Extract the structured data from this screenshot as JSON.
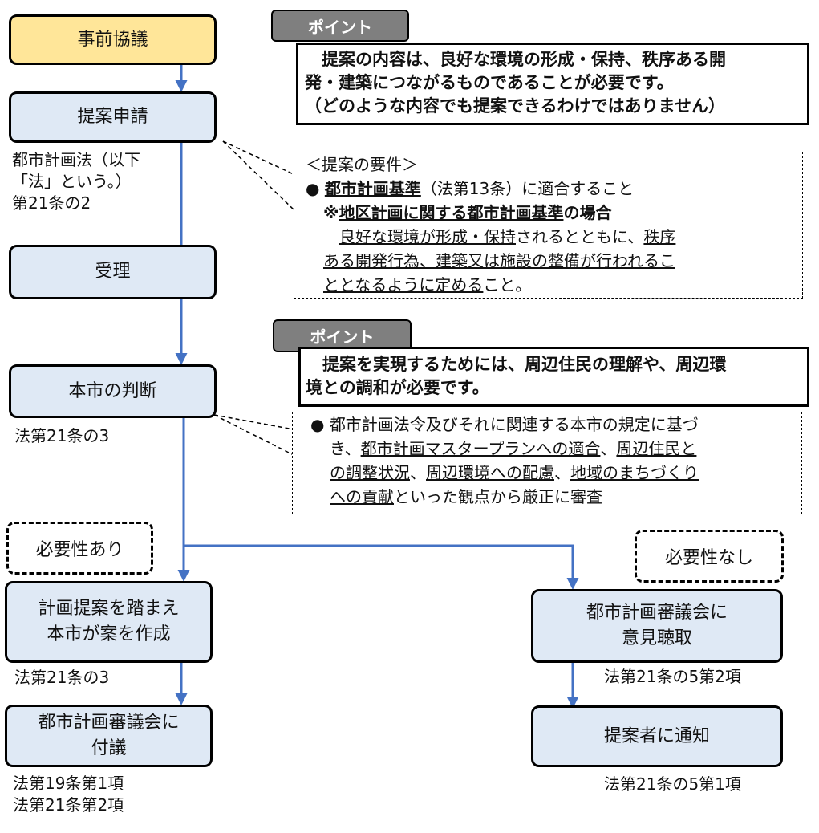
{
  "flow": {
    "pre_consultation": "事前協議",
    "proposal_application": "提案申請",
    "application_law_ref": [
      "都市計画法（以下",
      "「法」という。）",
      "第21条の2"
    ],
    "acceptance": "受理",
    "city_judgment": "本市の判断",
    "judgment_law_ref": "法第21条の3",
    "necessary": "必要性あり",
    "not_necessary": "必要性なし",
    "create_plan": [
      "計画提案を踏まえ",
      "本市が案を作成"
    ],
    "create_plan_law_ref": "法第21条の3",
    "refer_council": [
      "都市計画審議会に",
      "付議"
    ],
    "refer_council_law_ref": [
      "法第19条第1項",
      "法第21条第2項"
    ],
    "hear_council": [
      "都市計画審議会に",
      "意見聴取"
    ],
    "hear_council_law_ref": "法第21条の5第2項",
    "notify_proposer": "提案者に通知",
    "notify_law_ref": "法第21条の5第1項"
  },
  "point1": {
    "tag": "ポイント",
    "lines": [
      "　提案の内容は、良好な環境の形成・保持、秩序ある開",
      "発・建築につながるものであることが必要です。",
      "（どのような内容でも提案できるわけではありません）"
    ]
  },
  "requirements": {
    "title": "＜提案の要件＞",
    "bullet": "●",
    "standard": "都市計画基準",
    "standard_ref": "（法第13条）に適合すること",
    "district_mark": "※",
    "district_standard": "地区計画に関する都市計画基準",
    "district_suffix": "の場合",
    "body_indent": "　",
    "body_1": "良好な環境が形成・保持",
    "body_2": "されるとともに、",
    "body_3": "秩序",
    "body_4": "ある開発行為、建築又は施設の整備が行われるこ",
    "body_5": "ととなるように定める",
    "body_6": "こと。"
  },
  "point2": {
    "tag": "ポイント",
    "lines": [
      "　提案を実現するためには、周辺住民の理解や、周辺環",
      "境との調和が必要です。"
    ]
  },
  "judgment_criteria": {
    "bullet": "●",
    "line1": "都市計画法令及びそれに関連する本市の規定に基づ",
    "line2_a": "き、",
    "line2_b": "都市計画マスタープランへの適合",
    "line2_c": "、",
    "line2_d": "周辺住民と",
    "line3_a": "の調整状況",
    "line3_b": "、",
    "line3_c": "周辺環境への配慮",
    "line3_d": "、",
    "line3_e": "地域のまちづくり",
    "line4_a": "への貢献",
    "line4_b": "といった観点から厳正に審査"
  },
  "colors": {
    "arrow": "#4472c4",
    "box_fill": "#dfe9f5",
    "highlight_fill": "#ffe699",
    "tag_fill": "#7f7f7f"
  }
}
